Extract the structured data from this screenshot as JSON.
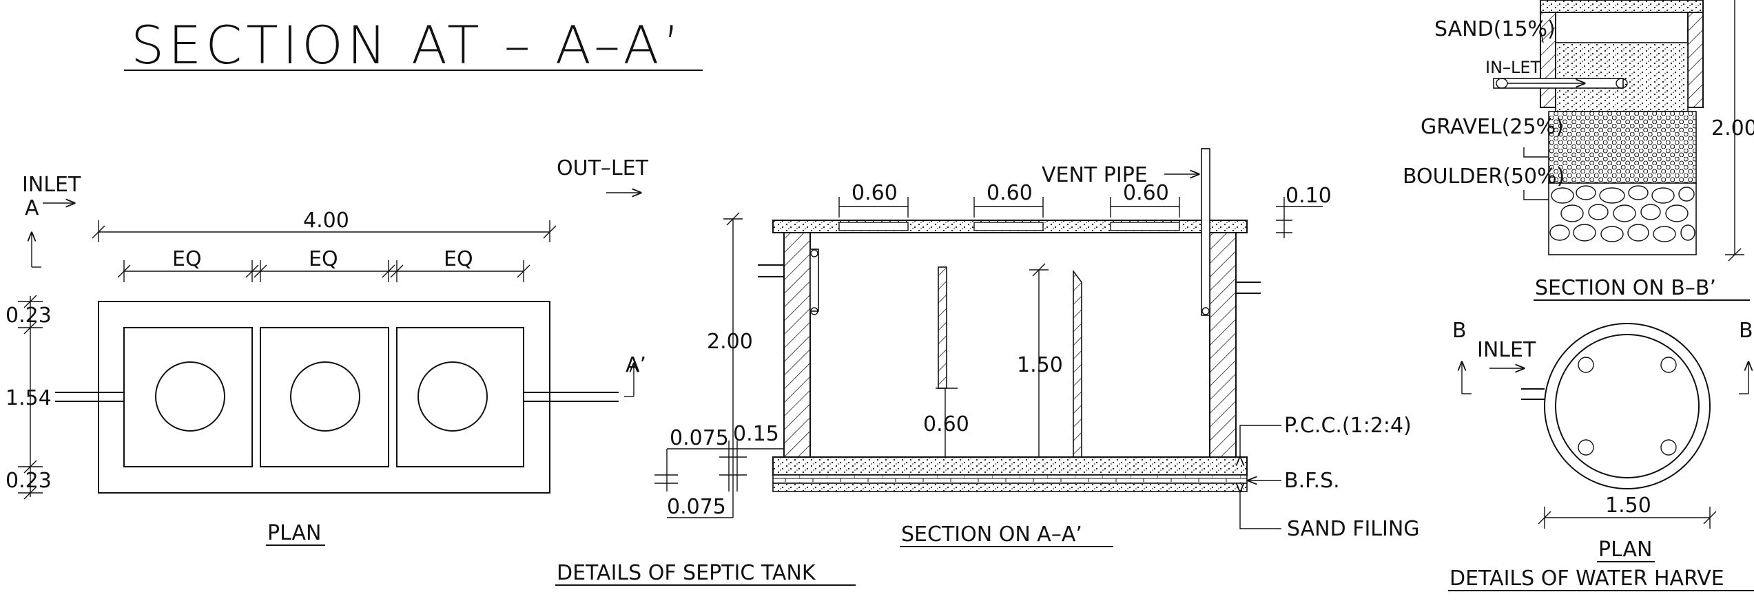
{
  "drawing": {
    "main_title": "SECTION  AT  –  A–A’",
    "plan": {
      "inlet_label": "INLET",
      "inlet_marker": "A",
      "outlet_label": "OUT–LET",
      "outlet_marker": "A’",
      "overall_length": "4.00",
      "eq_1": "EQ",
      "eq_2": "EQ",
      "eq_3": "EQ",
      "top_wall": "0.23",
      "width": "1.54",
      "bottom_wall": "0.23",
      "caption": "PLAN"
    },
    "section_aa": {
      "slab_opening_1": "0.60",
      "slab_opening_2": "0.60",
      "slab_opening_3": "0.60",
      "vent_pipe_label": "VENT  PIPE",
      "slab_thickness": "0.10",
      "height": "2.00",
      "baffle_height": "1.50",
      "baffle_gap": "0.60",
      "wall_thickness_0075": "0.075",
      "wall_thickness_015": "0.15",
      "base_thickness": "0.075",
      "pcc_label": "P.C.C.(1:2:4)",
      "bfs_label": "B.F.S.",
      "sand_label": "SAND  FILING",
      "caption": "SECTION  ON  A–A’"
    },
    "septic_caption": "DETAILS  OF  SEPTIC  TANK",
    "section_bb": {
      "sand_label": "SAND(15%)",
      "inlet_label": "IN–LET",
      "gravel_label": "GRAVEL(25%)",
      "boulder_label": "BOULDER(50%)",
      "height": "2.00",
      "caption": "SECTION  ON  B–B’"
    },
    "harvest_plan": {
      "marker_left": "B",
      "marker_right": "B",
      "inlet_label": "INLET",
      "diameter": "1.50",
      "caption": "PLAN"
    },
    "harvest_caption": "DETAILS  OF  WATER  HARVE"
  }
}
